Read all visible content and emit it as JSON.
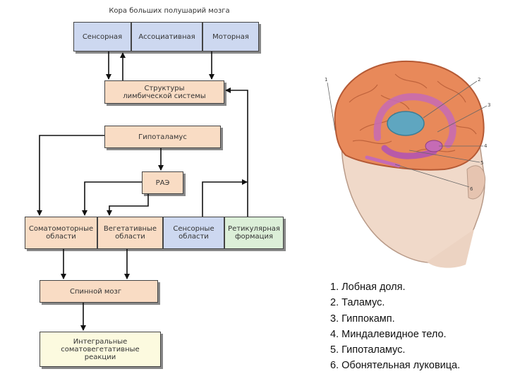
{
  "diagram": {
    "title": "Кора больших полушарий мозга",
    "cortex": {
      "sensory": "Сенсорная",
      "associative": "Ассоциативная",
      "motor": "Моторная"
    },
    "limbic": "Структуры\nлимбической системы",
    "hypothalamus": "Гипоталамус",
    "ras": "РАЭ",
    "somatomotor": "Соматомоторные\nобласти",
    "vegetative": "Вегетативные\nобласти",
    "sensory_areas": "Сенсорные\nобласти",
    "reticular": "Ретикулярная\nформация",
    "spinal": "Спинной мозг",
    "reactions": "Интегральные\nсоматовегетативные\nреакции"
  },
  "brain_labels": [
    "1",
    "2",
    "3",
    "4",
    "5",
    "6"
  ],
  "legend": [
    "1. Лобная доля.",
    "2. Таламус.",
    "3. Гиппокамп.",
    "4. Миндалевидное тело.",
    "5. Гипоталамус.",
    "6. Обонятельная луковица."
  ],
  "colors": {
    "blue_box": "#cdd8f0",
    "peach_box": "#f9dcc4",
    "green_box": "#dcefd8",
    "cream_box": "#fcfadf",
    "brain_cortex": "#e8895a",
    "limbic_structures": "#c56bb5",
    "thalamus": "#5fa6c0"
  }
}
